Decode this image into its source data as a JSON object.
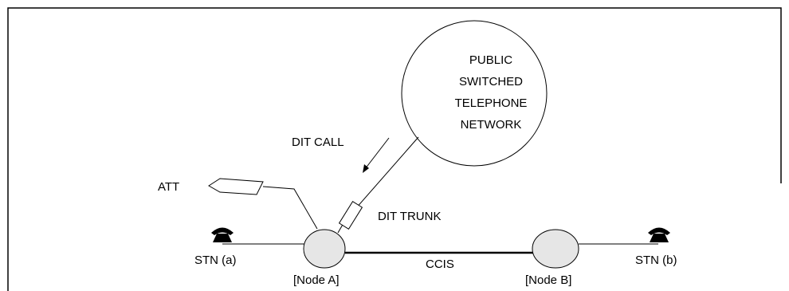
{
  "pstn": {
    "lines": [
      "PUBLIC",
      "SWITCHED",
      "TELEPHONE",
      "NETWORK"
    ]
  },
  "labels": {
    "dit_call": "DIT CALL",
    "att": "ATT",
    "dit_trunk": "DIT TRUNK",
    "stn_a": "STN (a)",
    "node_a": "[Node A]",
    "ccis": "CCIS",
    "node_b": "[Node B]",
    "stn_b": "STN (b)"
  },
  "icons": {
    "telephone": "telephone-icon",
    "attendant_console": "attendant-console-icon",
    "trunk": "trunk-icon"
  },
  "colors": {
    "node_fill": "#e6e6e6",
    "stroke": "#000000"
  }
}
